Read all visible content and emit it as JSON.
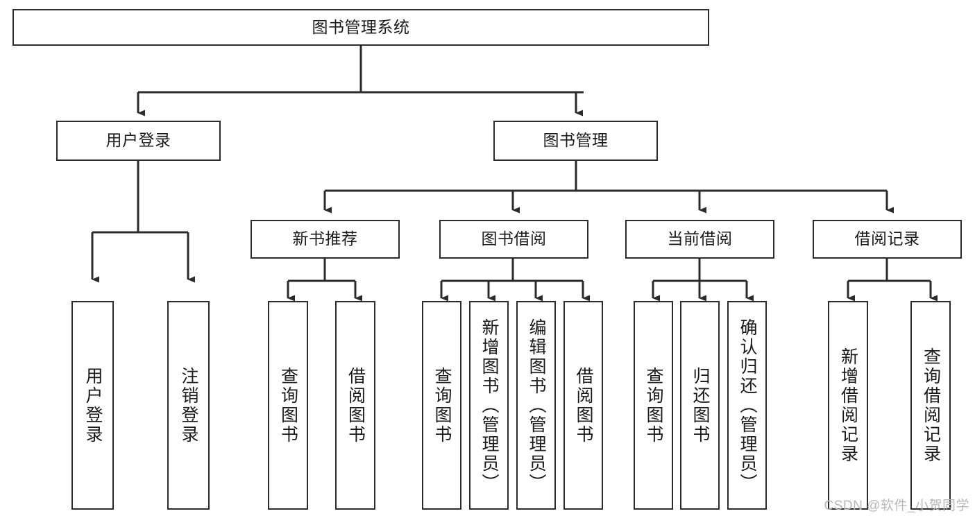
{
  "diagram": {
    "title": "图书管理系统",
    "type": "tree-hierarchy-diagram",
    "watermark": "CSDN @软件_小贺同学",
    "colors": {
      "box_border": "#2b2b2b",
      "box_fill": "#ffffff",
      "connector": "#2b2b2b",
      "text": "#1a1a1a",
      "watermark": "#b8b8b8"
    },
    "root": {
      "id": "root",
      "label": "图书管理系统"
    },
    "level2": [
      {
        "id": "user-login",
        "label": "用户登录"
      },
      {
        "id": "book-manage",
        "label": "图书管理"
      }
    ],
    "level3": [
      {
        "id": "new-book-rec",
        "label": "新书推荐"
      },
      {
        "id": "book-borrow",
        "label": "图书借阅"
      },
      {
        "id": "current-borrow",
        "label": "当前借阅"
      },
      {
        "id": "borrow-record",
        "label": "借阅记录"
      }
    ],
    "leaves": [
      {
        "id": "leaf-user-login",
        "label": "用户登录",
        "parent": "user-login"
      },
      {
        "id": "leaf-logout-login",
        "label": "注销登录",
        "parent": "user-login"
      },
      {
        "id": "leaf-query-book-1",
        "label": "查询图书",
        "parent": "new-book-rec"
      },
      {
        "id": "leaf-borrow-book-1",
        "label": "借阅图书",
        "parent": "new-book-rec"
      },
      {
        "id": "leaf-query-book-2",
        "label": "查询图书",
        "parent": "book-borrow"
      },
      {
        "id": "leaf-add-book",
        "label": "新增图书（管理员）",
        "parent": "book-borrow"
      },
      {
        "id": "leaf-edit-book",
        "label": "编辑图书（管理员）",
        "parent": "book-borrow"
      },
      {
        "id": "leaf-borrow-book-2",
        "label": "借阅图书",
        "parent": "book-borrow"
      },
      {
        "id": "leaf-query-book-3",
        "label": "查询图书",
        "parent": "current-borrow"
      },
      {
        "id": "leaf-return-book",
        "label": "归还图书",
        "parent": "current-borrow"
      },
      {
        "id": "leaf-confirm-return",
        "label": "确认归还（管理员）",
        "parent": "current-borrow"
      },
      {
        "id": "leaf-add-record",
        "label": "新增借阅记录",
        "parent": "borrow-record"
      },
      {
        "id": "leaf-query-record",
        "label": "查询借阅记录",
        "parent": "borrow-record"
      }
    ]
  }
}
